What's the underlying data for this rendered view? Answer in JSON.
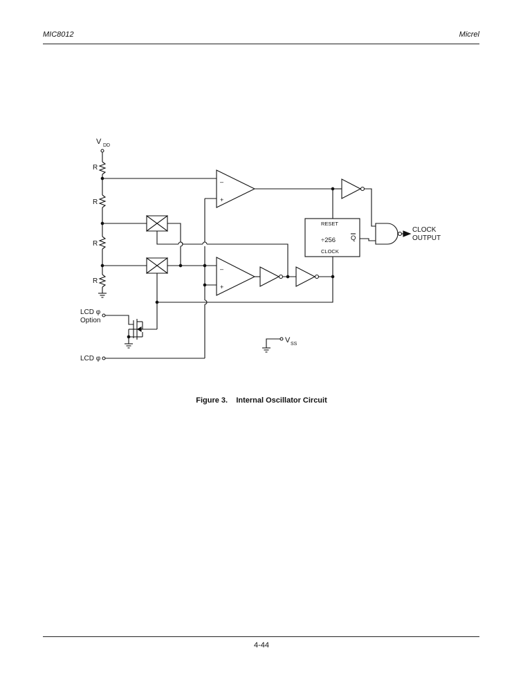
{
  "header": {
    "part_number": "MIC8012",
    "brand": "Micrel"
  },
  "figure": {
    "number": "Figure 3.",
    "title": "Internal Oscillator Circuit",
    "labels": {
      "vdd_main": "V",
      "vdd_sub": "DD",
      "vss_main": "V",
      "vss_sub": "SS",
      "resistor": "R",
      "reset": "RESET",
      "divider": "÷256",
      "q_bar": "Q",
      "clock_in": "CLOCK",
      "clock_output_1": "CLOCK",
      "clock_output_2": "OUTPUT",
      "lcd_option_1": "LCD φ",
      "lcd_option_2": "Option",
      "lcd_phi": "LCD φ",
      "minus": "–",
      "plus": "+"
    }
  },
  "footer": {
    "page": "4-44"
  }
}
